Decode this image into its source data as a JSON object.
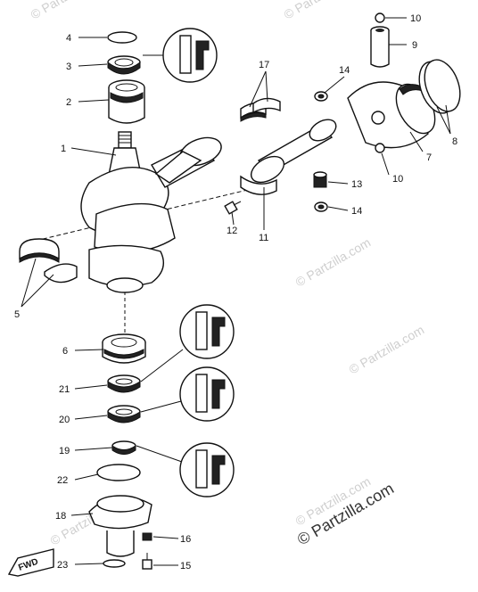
{
  "watermarks": [
    "© Partzilla.com",
    "© Partzilla.com",
    "© Partzilla.com",
    "© Partzilla.com",
    "© Partzilla.com",
    "© Partzilla.com"
  ],
  "watermark_footer": "© Partzilla.com",
  "fwd_label": "FWD",
  "callouts": [
    "1",
    "2",
    "3",
    "4",
    "5",
    "6",
    "7",
    "8",
    "9",
    "10",
    "10",
    "11",
    "12",
    "13",
    "14",
    "14",
    "15",
    "16",
    "17",
    "18",
    "19",
    "20",
    "21",
    "22",
    "23"
  ]
}
